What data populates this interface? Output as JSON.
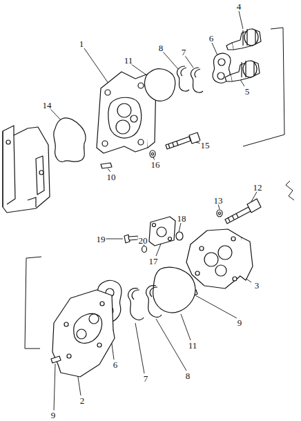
{
  "diagram": {
    "labels": [
      "1",
      "4",
      "8",
      "7",
      "6",
      "11",
      "5",
      "14",
      "15",
      "16",
      "10",
      "12",
      "13",
      "18",
      "19",
      "20",
      "17",
      "3",
      "9",
      "11",
      "6",
      "7",
      "8",
      "2",
      "9"
    ]
  }
}
